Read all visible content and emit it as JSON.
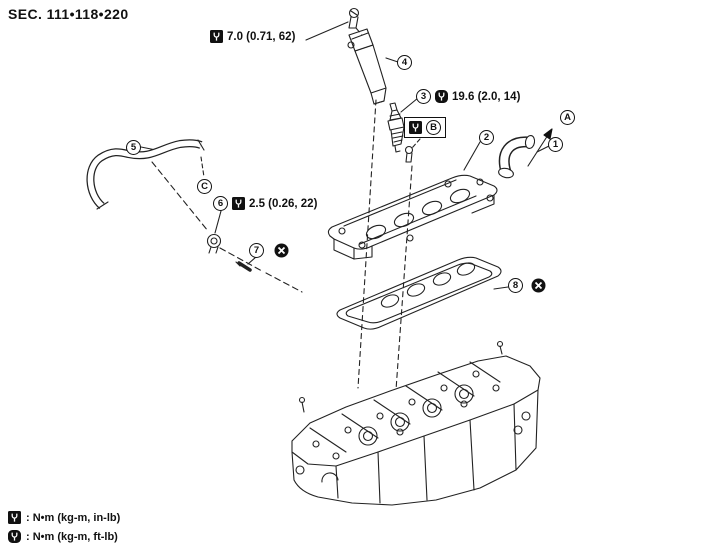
{
  "header": {
    "section_label": "SEC. 111•118•220"
  },
  "parts": {
    "p1": "1",
    "p2": "2",
    "p3": "3",
    "p4": "4",
    "p5": "5",
    "p6": "6",
    "p7": "7",
    "p8": "8"
  },
  "refs": {
    "a": "A",
    "b": "B",
    "c": "C"
  },
  "torques": {
    "coil_bolt": "7.0 (0.71, 62)",
    "spark_plug": "19.6 (2.0, 14)",
    "hose_fitting": "2.5 (0.26, 22)"
  },
  "legend": {
    "inlb_label": ": N•m (kg-m, in-lb)",
    "ftlb_label": ": N•m (kg-m, ft-lb)"
  },
  "icons": {
    "torque_inlb": "black square torque symbol",
    "torque_ftlb": "black rounded-square torque symbol",
    "always_replace": "black circle with white X"
  },
  "colors": {
    "ink": "#1a1a1a",
    "background": "#ffffff"
  }
}
